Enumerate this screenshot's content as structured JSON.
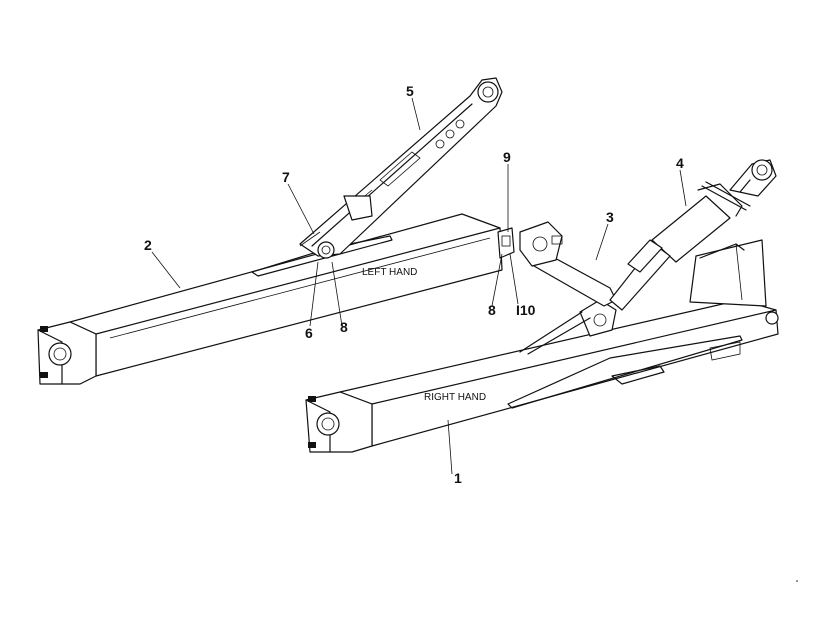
{
  "callouts": {
    "c1": "1",
    "c2": "2",
    "c3": "3",
    "c4": "4",
    "c5": "5",
    "c6": "6",
    "c7": "7",
    "c8a": "8",
    "c8b": "8",
    "c9": "9",
    "c10": "I10"
  },
  "part_labels": {
    "left": "LEFT HAND",
    "right": "RIGHT HAND"
  }
}
